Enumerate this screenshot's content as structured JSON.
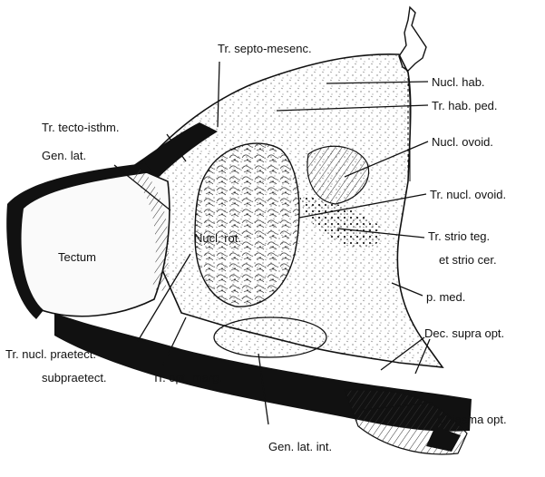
{
  "labels": {
    "tr_septo_mesenc": "Tr. septo-mesenc.",
    "nucl_hab": "Nucl. hab.",
    "tr_hab_ped": "Tr. hab. ped.",
    "tr_tecto_isthm": "Tr. tecto-isthm.",
    "gen_lat": "Gen. lat.",
    "nucl_ovoid": "Nucl. ovoid.",
    "tr_nucl_ovoid": "Tr. nucl. ovoid.",
    "nucl_rot": "Nucl. rot.",
    "tectum": "Tectum",
    "tr_strio_teg": "Tr. strio teg.",
    "et_strio_cer": "et strio cer.",
    "p_med": "p. med.",
    "dec_supra_opt": "Dec. supra opt.",
    "tr_nucl_praetect": "Tr. nucl. praetect.",
    "subpraetect": "subpraetect.",
    "tr_opt_marg": "Tr. opt. marg.",
    "chiasma_opt": "Chiasma opt.",
    "gen_lat_int": "Gen. lat. int."
  }
}
